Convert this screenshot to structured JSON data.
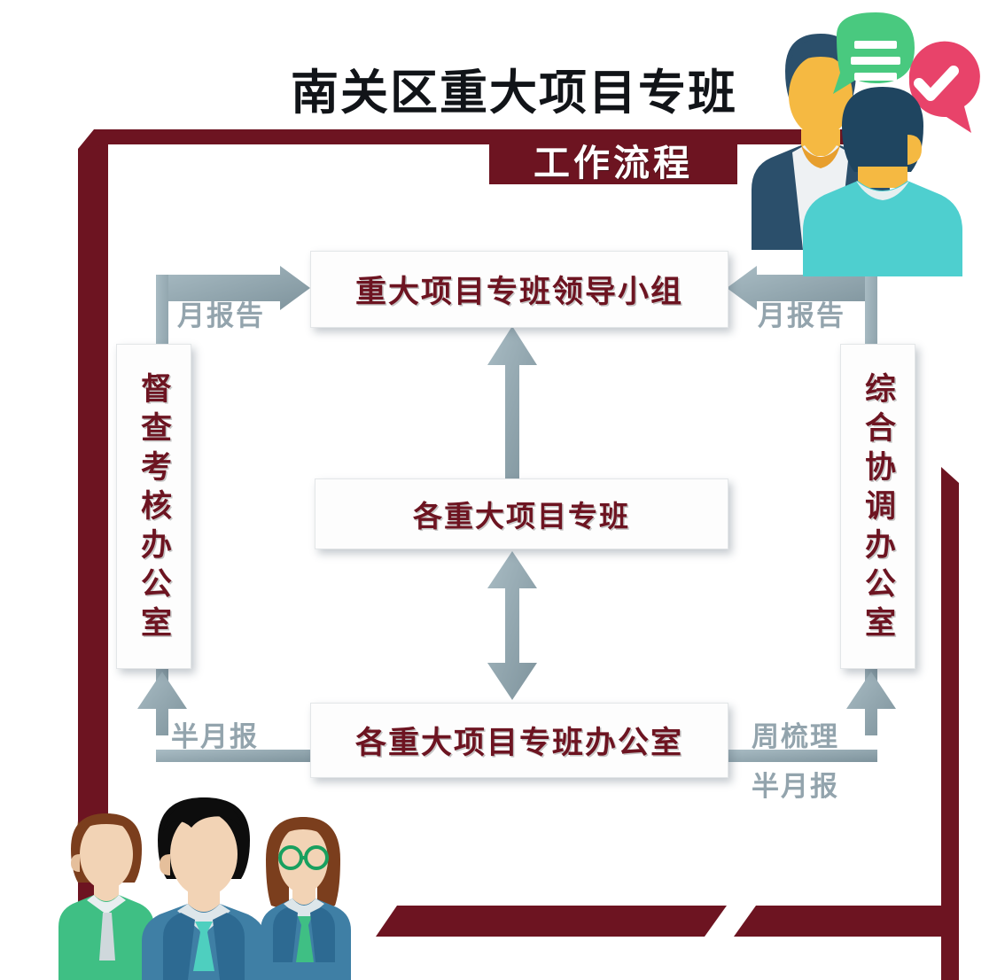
{
  "header": {
    "title_main": "南关区重大项目专班",
    "title_sub": "工作流程",
    "band_color": "#6d1421"
  },
  "theme": {
    "accent_dark_red": "#6d1421",
    "node_text_color": "#6d1421",
    "arrow_gray": "#93a4ad",
    "background": "#ffffff"
  },
  "diagram": {
    "type": "flowchart",
    "nodes": [
      {
        "id": "leader",
        "label": "重大项目专班领导小组",
        "orientation": "horizontal",
        "role": "leading-group"
      },
      {
        "id": "team",
        "label": "各重大项目专班",
        "orientation": "horizontal",
        "role": "project-team"
      },
      {
        "id": "office",
        "label": "各重大项目专班办公室",
        "orientation": "horizontal",
        "role": "project-team-office"
      },
      {
        "id": "supervise",
        "label": "督查考核办公室",
        "orientation": "vertical",
        "role": "supervision-office"
      },
      {
        "id": "coord",
        "label": "综合协调办公室",
        "orientation": "vertical",
        "role": "coordination-office"
      }
    ],
    "edges": [
      {
        "from": "supervise",
        "to": "leader",
        "label": "月报告",
        "direction": "right",
        "side": "left"
      },
      {
        "from": "coord",
        "to": "leader",
        "label": "月报告",
        "direction": "left",
        "side": "right"
      },
      {
        "from": "team",
        "to": "leader",
        "label": "",
        "direction": "up",
        "side": "center"
      },
      {
        "from": "office",
        "to": "team",
        "label": "",
        "direction": "both",
        "side": "center"
      },
      {
        "from": "office",
        "to": "supervise",
        "label": "半月报",
        "direction": "up",
        "side": "left"
      },
      {
        "from": "office",
        "to": "coord",
        "label": "周梳理",
        "direction": "up",
        "side": "right"
      },
      {
        "from": "office",
        "to": "coord",
        "label": "半月报",
        "direction": "up",
        "side": "right"
      }
    ],
    "labels": {
      "month_left": "月报告",
      "month_right": "月报告",
      "half_left": "半月报",
      "week_right": "周梳理",
      "half_right": "半月报"
    }
  },
  "illustrations": {
    "top_right": {
      "name": "two-people-discussing",
      "speech_bubble_color": "#49c97f",
      "check_badge_color": "#e8436a"
    },
    "bottom_left": {
      "name": "three-business-people",
      "person_left_shirt": "#3fbf84",
      "person_center_suit": "#3f7fa5",
      "person_right_glasses": "#18a05f"
    }
  }
}
